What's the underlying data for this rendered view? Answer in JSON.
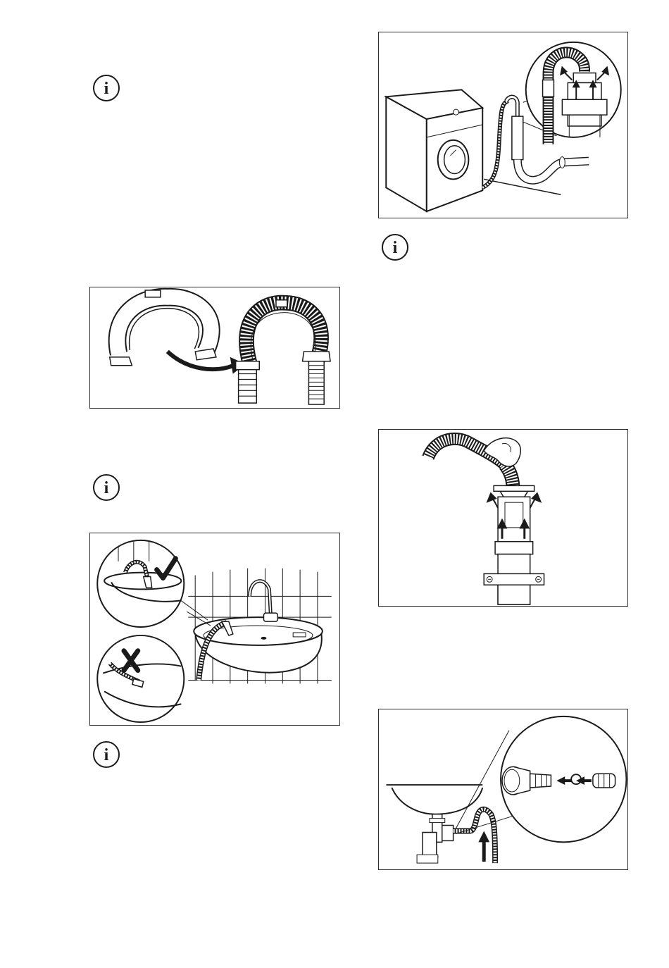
{
  "page": {
    "background": "#ffffff",
    "ink_color": "#1a1a1a"
  },
  "icons": {
    "info": {
      "name": "info-icon",
      "glyph": "i"
    },
    "check": {
      "name": "check-mark-icon"
    },
    "cross": {
      "name": "cross-mark-icon"
    }
  },
  "figures": [
    {
      "name": "figure-hose-guide-fitting"
    },
    {
      "name": "figure-washbasin-hose-placement"
    },
    {
      "name": "figure-machine-drain-standpipe"
    },
    {
      "name": "figure-hand-insert-hose-standpipe"
    },
    {
      "name": "figure-sink-trap-connection"
    }
  ]
}
